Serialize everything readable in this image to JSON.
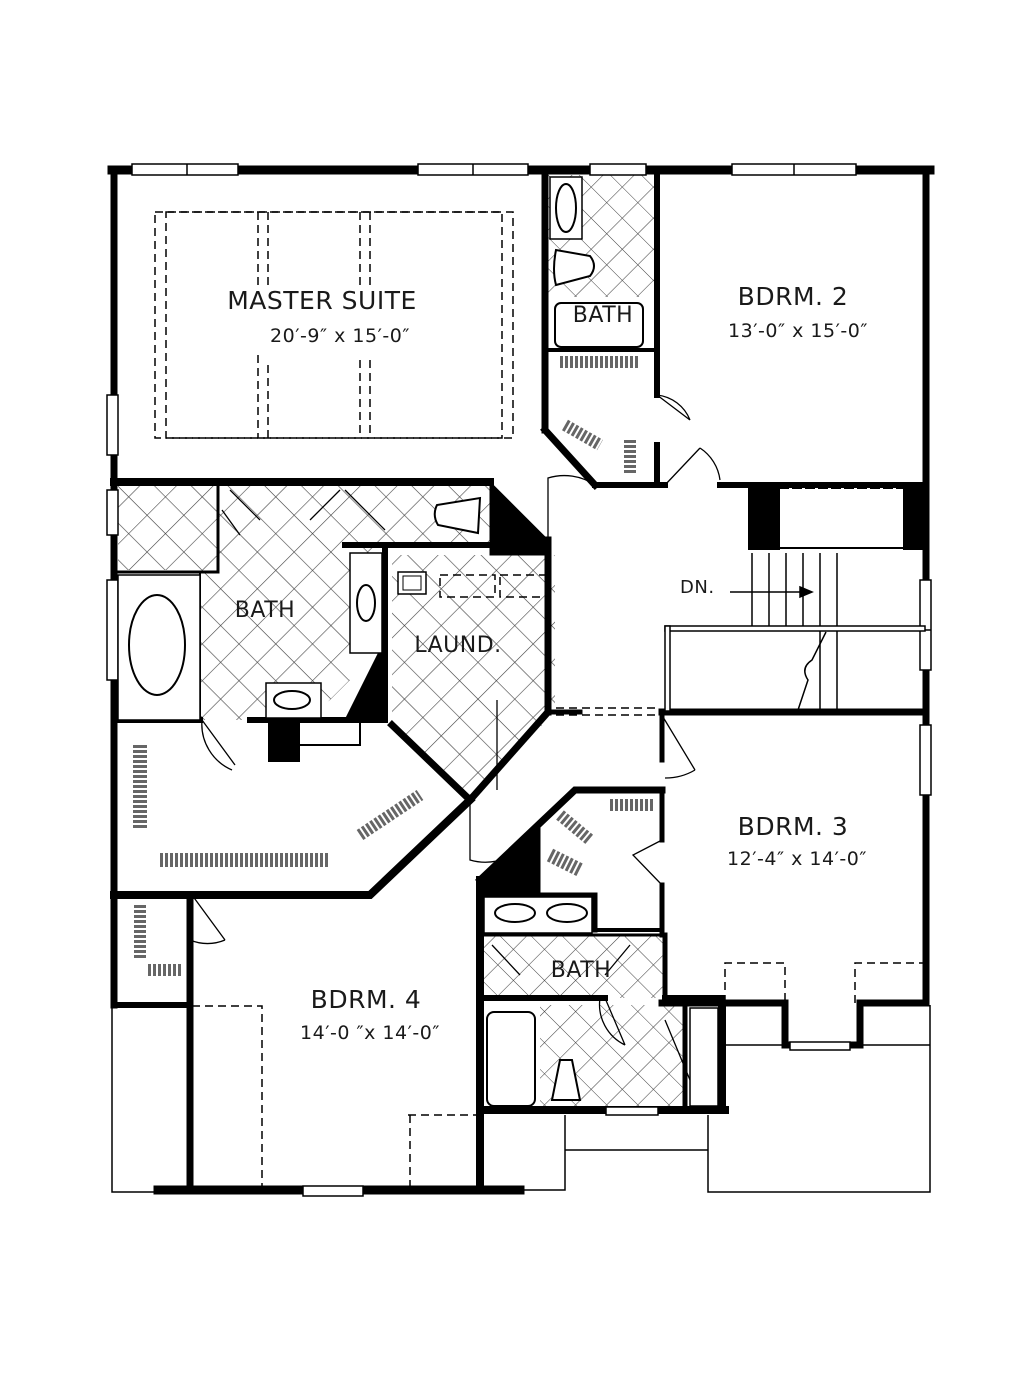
{
  "plan": {
    "type": "second-floor-plan",
    "wall_color": "#000000",
    "background": "#ffffff",
    "tile_color": "#555555",
    "rooms": [
      {
        "id": "master-suite",
        "name": "MASTER SUITE",
        "dimensions": "20′-9″ x 15′-0″"
      },
      {
        "id": "bdrm-2",
        "name": "BDRM. 2",
        "dimensions": "13′-0″ x 15′-0″"
      },
      {
        "id": "bdrm-3",
        "name": "BDRM. 3",
        "dimensions": "12′-4″ x 14′-0″"
      },
      {
        "id": "bdrm-4",
        "name": "BDRM. 4",
        "dimensions": "14′-0 ″x 14′-0″"
      },
      {
        "id": "bath-bdrm2",
        "name": "BATH"
      },
      {
        "id": "bath-master",
        "name": "BATH"
      },
      {
        "id": "laundry",
        "name": "LAUND."
      },
      {
        "id": "bath-shared",
        "name": "BATH"
      }
    ],
    "annotations": [
      {
        "id": "stairs-down",
        "text": "DN."
      }
    ]
  }
}
